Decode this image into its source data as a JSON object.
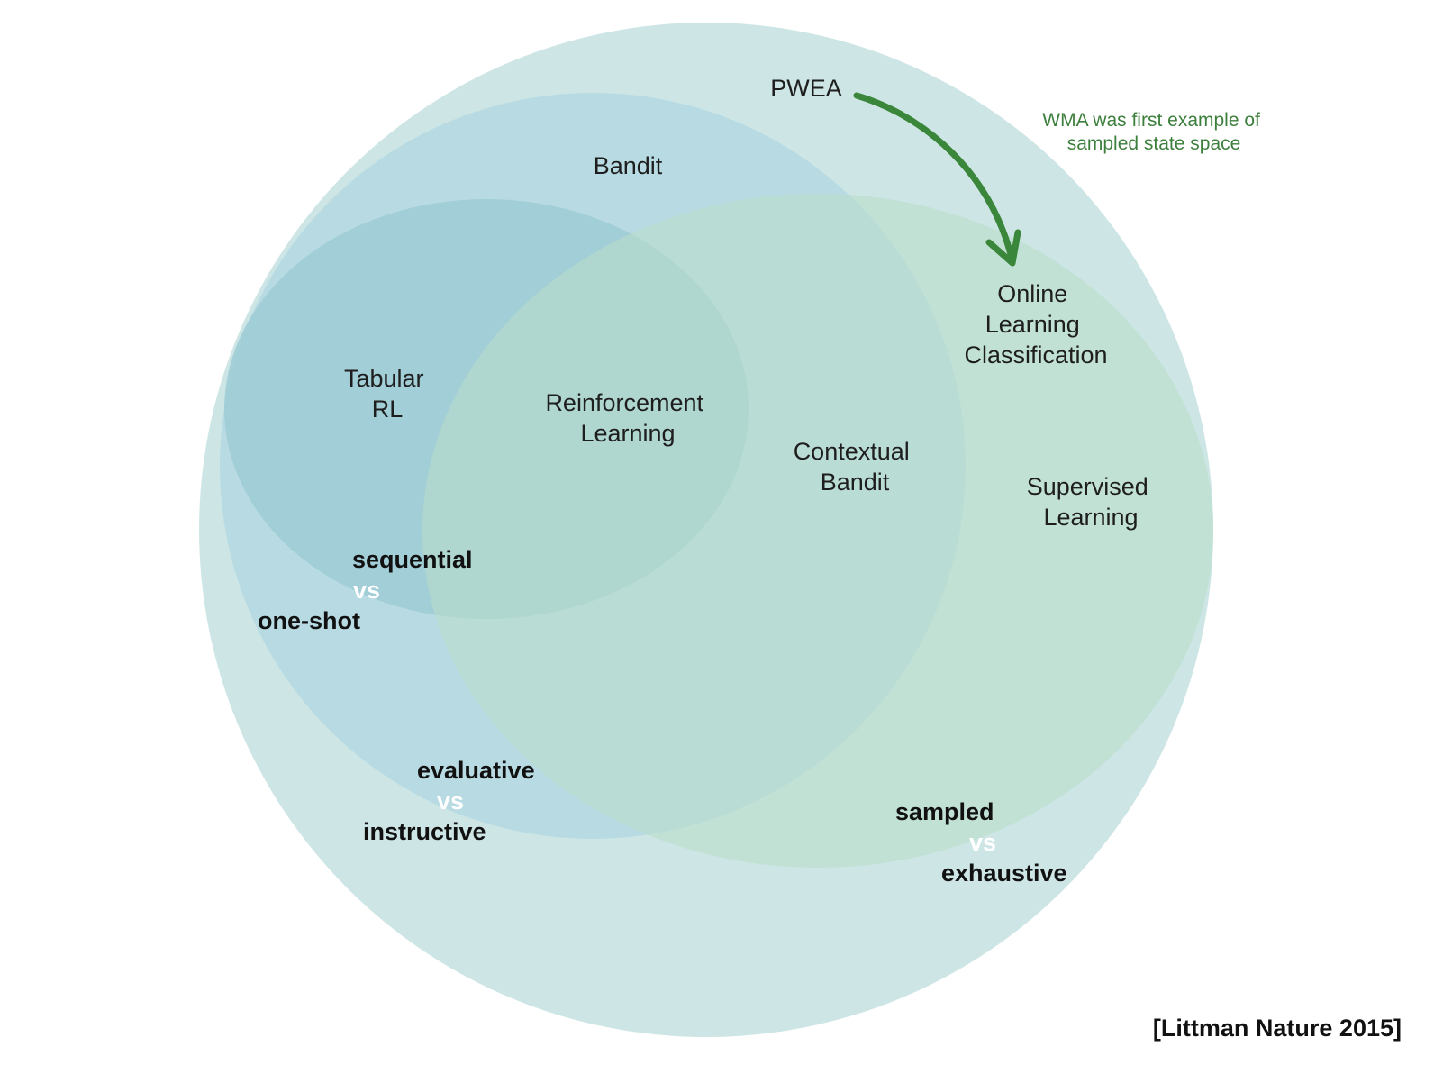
{
  "colors": {
    "outer": "#cde6e5",
    "bandit": "#b6dae3",
    "rl": "#9ecbd5",
    "supervised": "#b9dcc8",
    "annotation": "#3d7f3d",
    "arrow": "#3a863a"
  },
  "labels": {
    "pwea": "PWEA",
    "bandit": "Bandit",
    "tabular_rl": [
      "Tabular",
      "RL"
    ],
    "reinforcement_learning": [
      "Reinforcement",
      "Learning"
    ],
    "contextual_bandit": [
      "Contextual",
      "Bandit"
    ],
    "online_learning": [
      "Online",
      "Learning",
      "Classification"
    ],
    "supervised_learning": [
      "Supervised",
      "Learning"
    ]
  },
  "annotation": [
    "WMA was first example of",
    "sampled state space"
  ],
  "dimensions": {
    "sequential": {
      "a": "sequential",
      "vs": "vs",
      "b": "one-shot"
    },
    "evaluative": {
      "a": "evaluative",
      "vs": "vs",
      "b": "instructive"
    },
    "sampled": {
      "a": "sampled",
      "vs": "vs",
      "b": "exhaustive"
    }
  },
  "citation": "[Littman Nature 2015]"
}
